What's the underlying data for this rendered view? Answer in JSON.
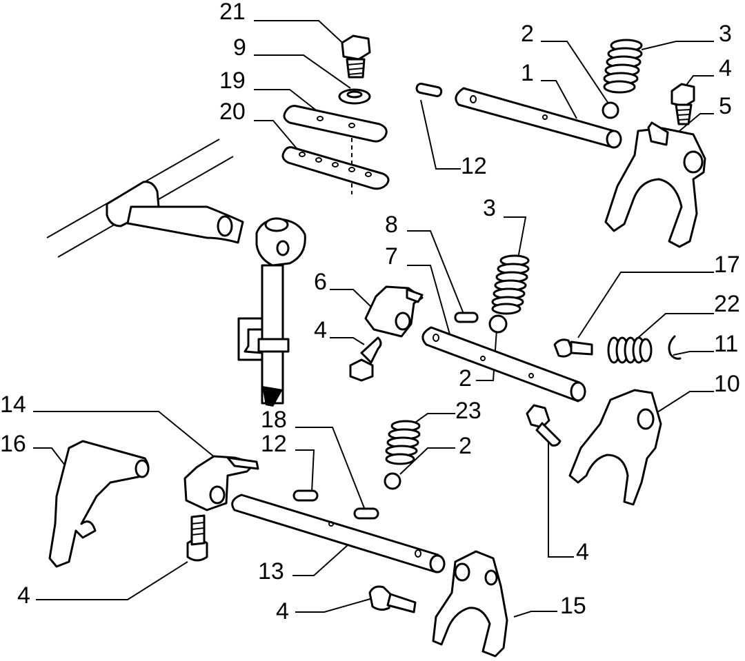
{
  "colors": {
    "background": "#ffffff",
    "ink": "#000000"
  },
  "callouts": {
    "c21": "21",
    "c9": "9",
    "c19": "19",
    "c20": "20",
    "c2a": "2",
    "c1": "1",
    "c3a": "3",
    "c4a": "4",
    "c5": "5",
    "c12a": "12",
    "c8": "8",
    "c3b": "3",
    "c7": "7",
    "c6": "6",
    "c4b": "4",
    "c17": "17",
    "c22": "22",
    "c11": "11",
    "c2b": "2",
    "c10": "10",
    "c14": "14",
    "c16": "16",
    "c18": "18",
    "c12b": "12",
    "c23": "23",
    "c2c": "2",
    "c4c": "4",
    "c13": "13",
    "c4d": "4",
    "c4e": "4",
    "c15": "15"
  }
}
